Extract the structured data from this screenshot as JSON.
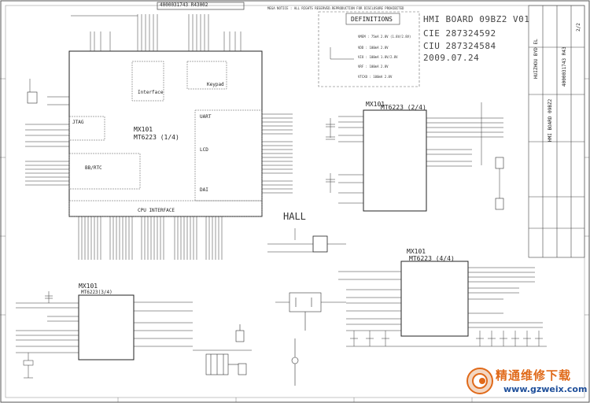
{
  "header": {
    "part_no": "4000031743 R43002",
    "notice": "MEGA NOTICE : ALL RIGHTS RESERVED.REPRODUCTION FOR DISCLOSURE PROHIBITED"
  },
  "definitions": {
    "title": "DEFINITIONS",
    "lines": [
      "VMEM : 75mA 2.8V (1.8V/2.8V)",
      "VDD : 100mA 2.8V",
      "VIO : 100mA 1.8V/2.8V",
      "VRF : 100mA 2.8V",
      "VTCXO : 100mA 2.8V"
    ]
  },
  "board_info": {
    "line1": "HMI BOARD 09BZ2 V01",
    "line2": "CIE 287324592",
    "line3": "CIU 287324584",
    "line4": "2009.07.24"
  },
  "blocks": {
    "main_ref": "MX101",
    "main_name": "MT6223 (1/4)",
    "blk2_ref": "MX101",
    "blk2_name": "MT6223 (2/4)",
    "blk3_ref": "MX101",
    "blk3_name": "MT6223(3/4)",
    "blk4_ref": "MX101",
    "blk4_name": "MT6223 (4/4)",
    "hall": "HALL",
    "cpu_interface": "CPU INTERFACE",
    "keypad": "Keypad",
    "interface": "Interface",
    "uart": "UART",
    "lcd": "LCD",
    "dai": "DAI",
    "jtag": "JTAG",
    "ext_rtc": "BB/RTC"
  },
  "title_block": {
    "company": "HUIZHOU BYD EL",
    "title": "HMI BOARD 09BZ2",
    "doc_no": "4000031743 R43",
    "sheet": "2/2"
  },
  "watermark": {
    "text": "精通维修下载",
    "url": "www.gzweix.com"
  }
}
